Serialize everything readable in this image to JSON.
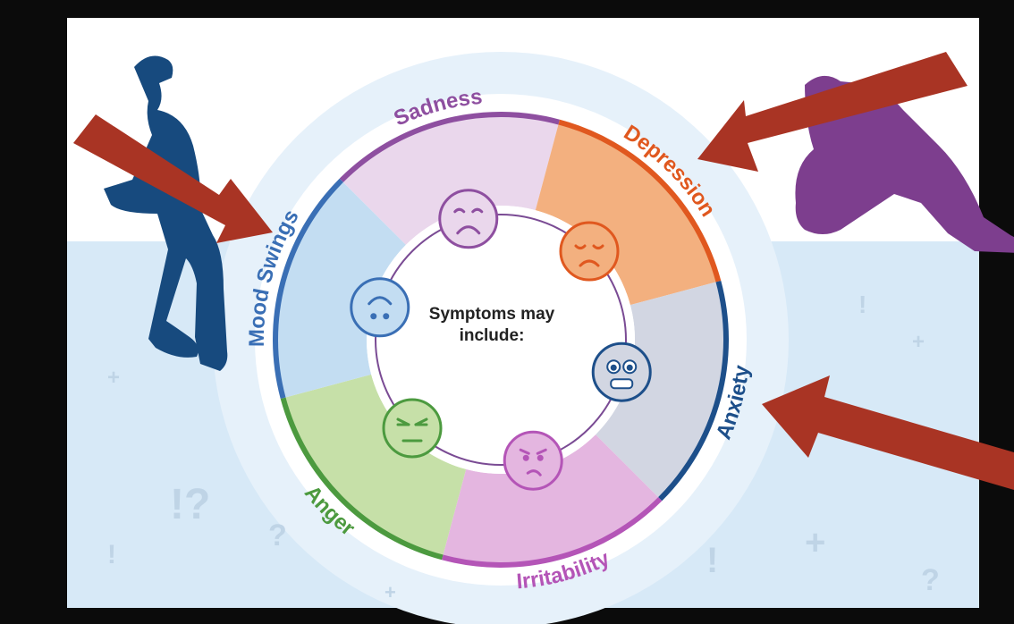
{
  "center_text": {
    "line1": "Symptoms may",
    "line2": "include:"
  },
  "symptoms": [
    {
      "key": "sadness",
      "label": "Sadness",
      "color": "#8e4fa0",
      "fill": "#ead7ec",
      "face": "sad"
    },
    {
      "key": "depression",
      "label": "Depression",
      "color": "#e0581f",
      "fill": "#f3b07f",
      "face": "gloomy"
    },
    {
      "key": "anxiety",
      "label": "Anxiety",
      "color": "#1d4f8a",
      "fill": "#d2d6e2",
      "face": "nervous"
    },
    {
      "key": "irritability",
      "label": "Irritability",
      "color": "#b455b7",
      "fill": "#e4b6e0",
      "face": "annoyed"
    },
    {
      "key": "anger",
      "label": "Anger",
      "color": "#4c9a3f",
      "fill": "#c6e0a8",
      "face": "angry"
    },
    {
      "key": "mood_swings",
      "label": "Mood Swings",
      "color": "#3a6fb5",
      "fill": "#c3ddf2",
      "face": "flipped"
    }
  ],
  "colors": {
    "page_background": "#0b0b0b",
    "panel": "#d7e9f7",
    "circle_light": "#e6f1fa",
    "arrow": "#a93424",
    "figure_left": "#174a7e",
    "figure_right": "#7d3e8e",
    "decor_symbols": "#bfd4e6"
  },
  "decor_symbols": [
    "+",
    "!?",
    "!",
    "?",
    "+",
    "!",
    "+",
    "!",
    "+",
    "?",
    "+"
  ],
  "arrows": 3,
  "figures": [
    "sitting-person-left",
    "sitting-person-right"
  ]
}
